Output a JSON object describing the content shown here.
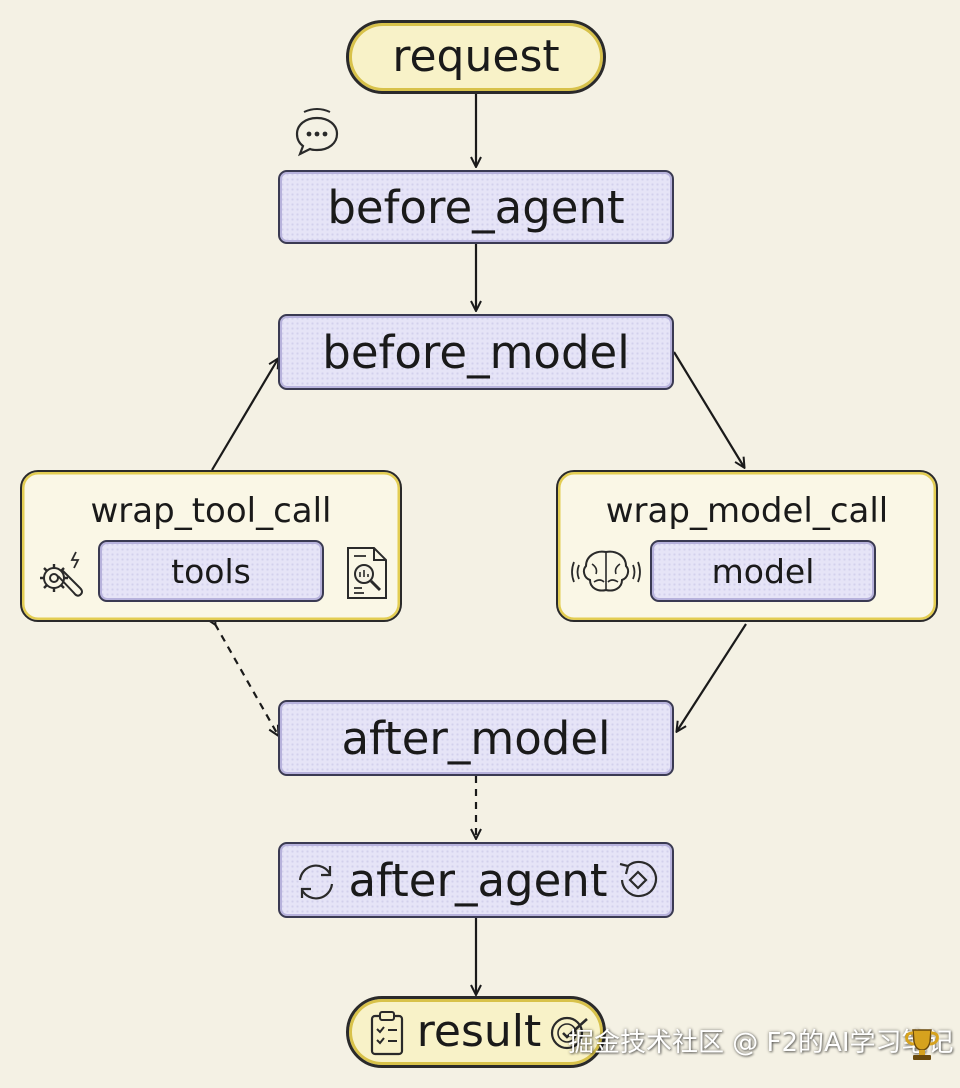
{
  "nodes": {
    "request": "request",
    "before_agent": "before_agent",
    "before_model": "before_model",
    "wrap_tool_call": "wrap_tool_call",
    "tools": "tools",
    "wrap_model_call": "wrap_model_call",
    "model": "model",
    "after_model": "after_model",
    "after_agent": "after_agent",
    "result": "result"
  },
  "watermark": "掘金技术社区 @ F2的AI学习笔记",
  "colors": {
    "background": "#f4f1e4",
    "pill_fill": "#f8f2c8",
    "pill_accent": "#d8c24a",
    "box_fill": "#e6e4f7",
    "box_border": "#3a3a52",
    "group_accent": "#e3cd52",
    "trophy": "#d6a21e"
  },
  "icons": {
    "chat": "chat-bubble-icon",
    "tools_left": "wrench-gear-icon",
    "tools_right": "document-search-icon",
    "model_left": "brain-icon",
    "after_agent_left": "refresh-icon",
    "after_agent_right": "rotate-diamond-icon",
    "result_left": "clipboard-checklist-icon",
    "result_right": "check-badge-icon",
    "watermark_badge": "trophy-icon"
  }
}
